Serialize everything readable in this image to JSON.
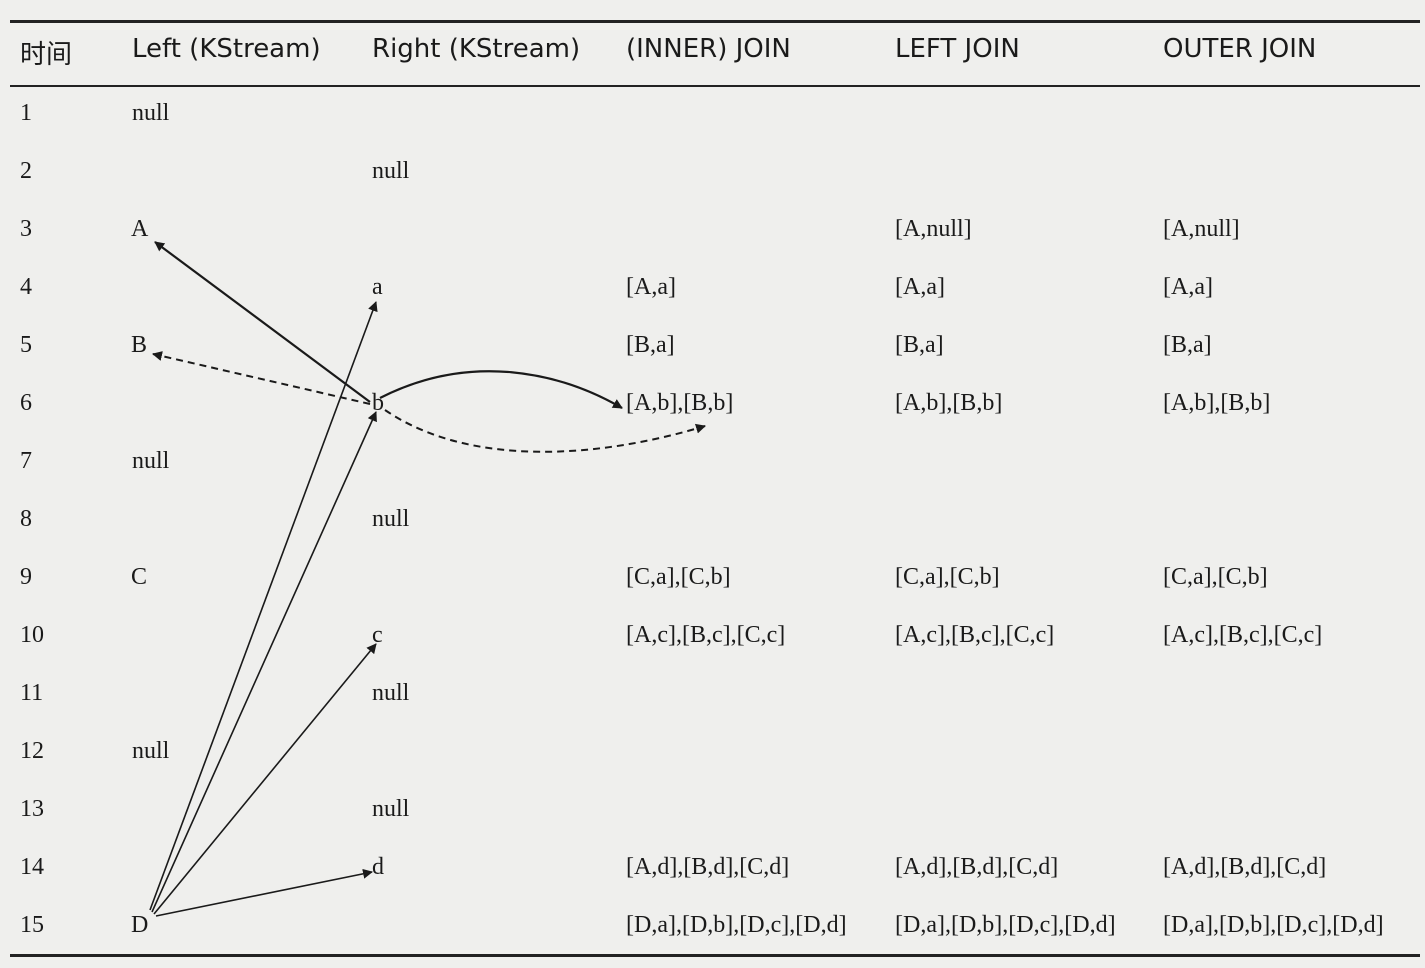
{
  "table": {
    "headers": {
      "time": "时间",
      "left": "Left (KStream)",
      "right": "Right (KStream)",
      "inner": "(INNER) JOIN",
      "left_join": "LEFT JOIN",
      "outer": "OUTER JOIN"
    },
    "rows": [
      {
        "time": "1",
        "left": "null",
        "right": "",
        "inner": "",
        "left_join": "",
        "outer": ""
      },
      {
        "time": "2",
        "left": "",
        "right": "null",
        "inner": "",
        "left_join": "",
        "outer": ""
      },
      {
        "time": "3",
        "left": "A",
        "right": "",
        "inner": "",
        "left_join": "[A,null]",
        "outer": "[A,null]"
      },
      {
        "time": "4",
        "left": "",
        "right": "a",
        "inner": "[A,a]",
        "left_join": "[A,a]",
        "outer": "[A,a]"
      },
      {
        "time": "5",
        "left": "B",
        "right": "",
        "inner": "[B,a]",
        "left_join": "[B,a]",
        "outer": "[B,a]"
      },
      {
        "time": "6",
        "left": "",
        "right": "b",
        "inner": "[A,b],[B,b]",
        "left_join": "[A,b],[B,b]",
        "outer": "[A,b],[B,b]"
      },
      {
        "time": "7",
        "left": "null",
        "right": "",
        "inner": "",
        "left_join": "",
        "outer": ""
      },
      {
        "time": "8",
        "left": "",
        "right": "null",
        "inner": "",
        "left_join": "",
        "outer": ""
      },
      {
        "time": "9",
        "left": "C",
        "right": "",
        "inner": "[C,a],[C,b]",
        "left_join": "[C,a],[C,b]",
        "outer": "[C,a],[C,b]"
      },
      {
        "time": "10",
        "left": "",
        "right": "c",
        "inner": "[A,c],[B,c],[C,c]",
        "left_join": "[A,c],[B,c],[C,c]",
        "outer": "[A,c],[B,c],[C,c]"
      },
      {
        "time": "11",
        "left": "",
        "right": "null",
        "inner": "",
        "left_join": "",
        "outer": ""
      },
      {
        "time": "12",
        "left": "null",
        "right": "",
        "inner": "",
        "left_join": "",
        "outer": ""
      },
      {
        "time": "13",
        "left": "",
        "right": "null",
        "inner": "",
        "left_join": "",
        "outer": ""
      },
      {
        "time": "14",
        "left": "",
        "right": "d",
        "inner": "[A,d],[B,d],[C,d]",
        "left_join": "[A,d],[B,d],[C,d]",
        "outer": "[A,d],[B,d],[C,d]"
      },
      {
        "time": "15",
        "left": "D",
        "right": "",
        "inner": "[D,a],[D,b],[D,c],[D,d]",
        "left_join": "[D,a],[D,b],[D,c],[D,d]",
        "outer": "[D,a],[D,b],[D,c],[D,d]"
      }
    ]
  },
  "colors": {
    "ink": "#1a1a1a",
    "background": "#efefed"
  }
}
